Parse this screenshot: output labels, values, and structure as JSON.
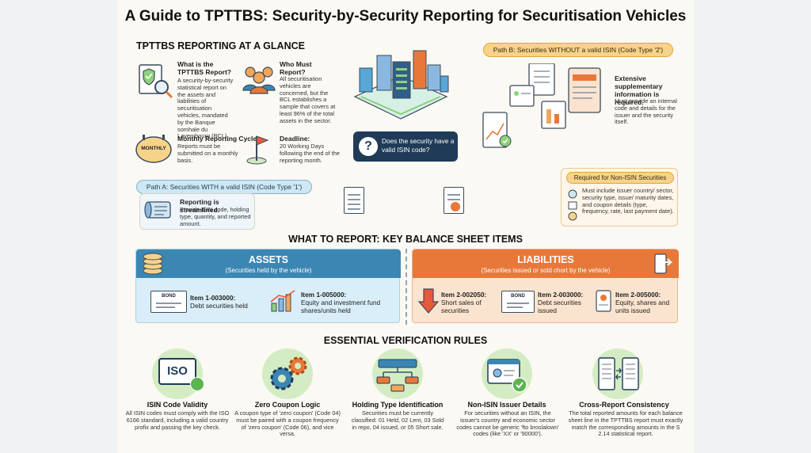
{
  "title": "A Guide to TPTTBS: Security-by-Security Reporting for Securitisation Vehicles",
  "glance": {
    "heading": "TPTTBS REPORTING AT A GLANCE",
    "what_title": "What is the TPTTBS Report?",
    "what_body": "A security-by-security statistical report on the assets and liabilities of securitisation vehicles, mandated by the Banque somhale du Lavembourg (BCL).",
    "who_title": "Who Must Report?",
    "who_body": "All securitisation vehicles are concerned, but the BCL establishes a sample that covers at least 96% of the total assets in the sector.",
    "monthly_badge": "MONTHLY",
    "monthly_title": "Monthly Reporting Cycle.",
    "monthly_body": "Reports must be submitted on a monthly basis.",
    "deadline_title": "Deadline:",
    "deadline_body": "20 Working Days following the end of the reporting month.",
    "question": "Does the security have a valid ISIN code?",
    "question_mark": "?"
  },
  "path_b": {
    "label": "Path B: Securities WITHOUT a valid ISIN (Code Type '2')",
    "title": "Extensive supplementary information is required.",
    "body": "Must provide an internal code and details for the issuer and the security itself."
  },
  "path_a": {
    "label": "Path A: Securities WITH a valid ISIN (Code Type '1')",
    "title": "Reporting is streamlined.",
    "body": "Provide ISIN code, holding type, quantity, and reported amount."
  },
  "non_isin": {
    "label": "Required for Non-ISIN Securities",
    "body": "Must include issuer country/ sector, security type, issue/ maturity dates, and coupon details (type, frequency, rate, last payment date)."
  },
  "balance": {
    "heading": "WHAT TO REPORT: KEY BALANCE SHEET ITEMS",
    "bond_label": "BOND",
    "assets": {
      "title": "ASSETS",
      "subtitle": "(Securities held by the vehicle)",
      "items": [
        {
          "code": "Item 1-003000:",
          "desc": "Debt securities held"
        },
        {
          "code": "Item 1-005000:",
          "desc": "Equity and investment fund shares/units held"
        }
      ]
    },
    "liabilities": {
      "title": "LIABILITIES",
      "subtitle": "(Securities issued or sold chort by the vehicle)",
      "items": [
        {
          "code": "Item 2-002050:",
          "desc": "Short sales of securities"
        },
        {
          "code": "Item 2-003000:",
          "desc": "Debt securities issued"
        },
        {
          "code": "Item 2-005000:",
          "desc": "Equity, shares and units issued"
        }
      ]
    }
  },
  "rules": {
    "heading": "ESSENTIAL VERIFICATION RULES",
    "iso_badge": "ISO",
    "items": [
      {
        "title": "ISIN Code Validity",
        "body": "All ISIN codes must comply with the ISO 6166 standard, including a valid country profix and passing the key check."
      },
      {
        "title": "Zero Coupon Logic",
        "body": "A coupon type of 'zero coupon' (Code 04) must be paired with a coupon frequency of 'zero coupon' (Code 06), and vice versa."
      },
      {
        "title": "Holding Type Identification",
        "body": "Securities must be currently classified: 01 Held, 02 Lent, 03 Sold in repo, 04 issued, or 05 Short sale."
      },
      {
        "title": "Non-ISIN Issuer Details",
        "body": "For securities without an ISIN, the issuer's country and economic sector codes cannot be generic 'fto broslalown' codes (like 'XX' or '90000')."
      },
      {
        "title": "Cross-Report Consistency",
        "body": "The total reported amounts for each balance sheet line in the TPTTBS report must exactly match the corresponding amounts in the S 2.14 statistical report."
      }
    ]
  },
  "colors": {
    "assets": "#3c86b3",
    "liabilities": "#e8783a",
    "rules_circle": "#d4ecc4",
    "question_box": "#1f3b57"
  }
}
